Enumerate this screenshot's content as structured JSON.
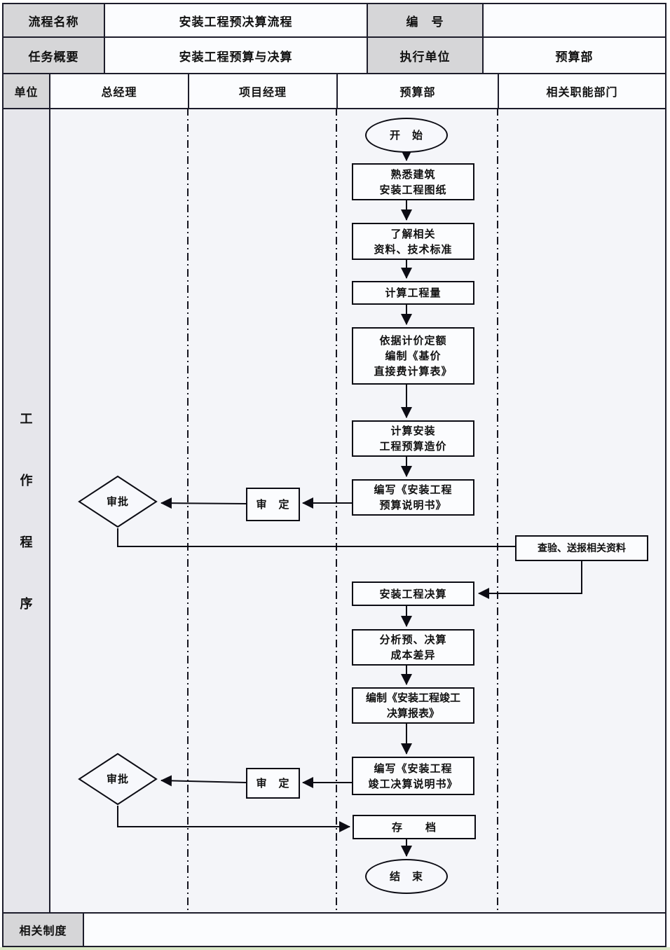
{
  "header": {
    "row1": {
      "label_left": "流程名称",
      "value_left": "安装工程预决算流程",
      "label_right": "编　号",
      "value_right": ""
    },
    "row2": {
      "label_left": "任务概要",
      "value_left": "安装工程预算与决算",
      "label_right": "执行单位",
      "value_right": "预算部"
    }
  },
  "swimlanes": {
    "corner": "单位",
    "columns": [
      "总经理",
      "项目经理",
      "预算部",
      "相关职能部门"
    ],
    "side_label": "工作程序",
    "side_chars": [
      "工",
      "作",
      "程",
      "序"
    ]
  },
  "flowchart": {
    "start": "开　始",
    "step_familiarize": "熟悉建筑\n安装工程图纸",
    "step_understand": "了解相关\n资料、技术标准",
    "step_quantity": "计算工程量",
    "step_base_price": "依据计价定额\n编制《基价\n直接费计算表》",
    "step_budget_cost": "计算安装\n工程预算造价",
    "step_budget_spec": "编写《安装工程\n预算说明书》",
    "review1": "审　定",
    "approve1": "审批",
    "step_check_submit": "查验、送报相关资料",
    "step_final_account": "安装工程决算",
    "step_analyze": "分析预、决算\n成本差异",
    "step_final_report": "编制《安装工程竣工\n决算报表》",
    "step_final_spec": "编写《安装工程\n竣工决算说明书》",
    "review2": "审　定",
    "approve2": "审批",
    "archive": "存　　档",
    "end": "结　束"
  },
  "footer": {
    "label": "相关制度",
    "value": ""
  },
  "colors": {
    "border": "#1d1d2b",
    "cell_gray": "#d6d6d8",
    "lane_bg": "#f4f5f9",
    "side_bg": "#e6e6eb",
    "node_fill": "#fbfcfe",
    "line": "#0c0c14",
    "bottom_strip": "#d9e7c6"
  }
}
